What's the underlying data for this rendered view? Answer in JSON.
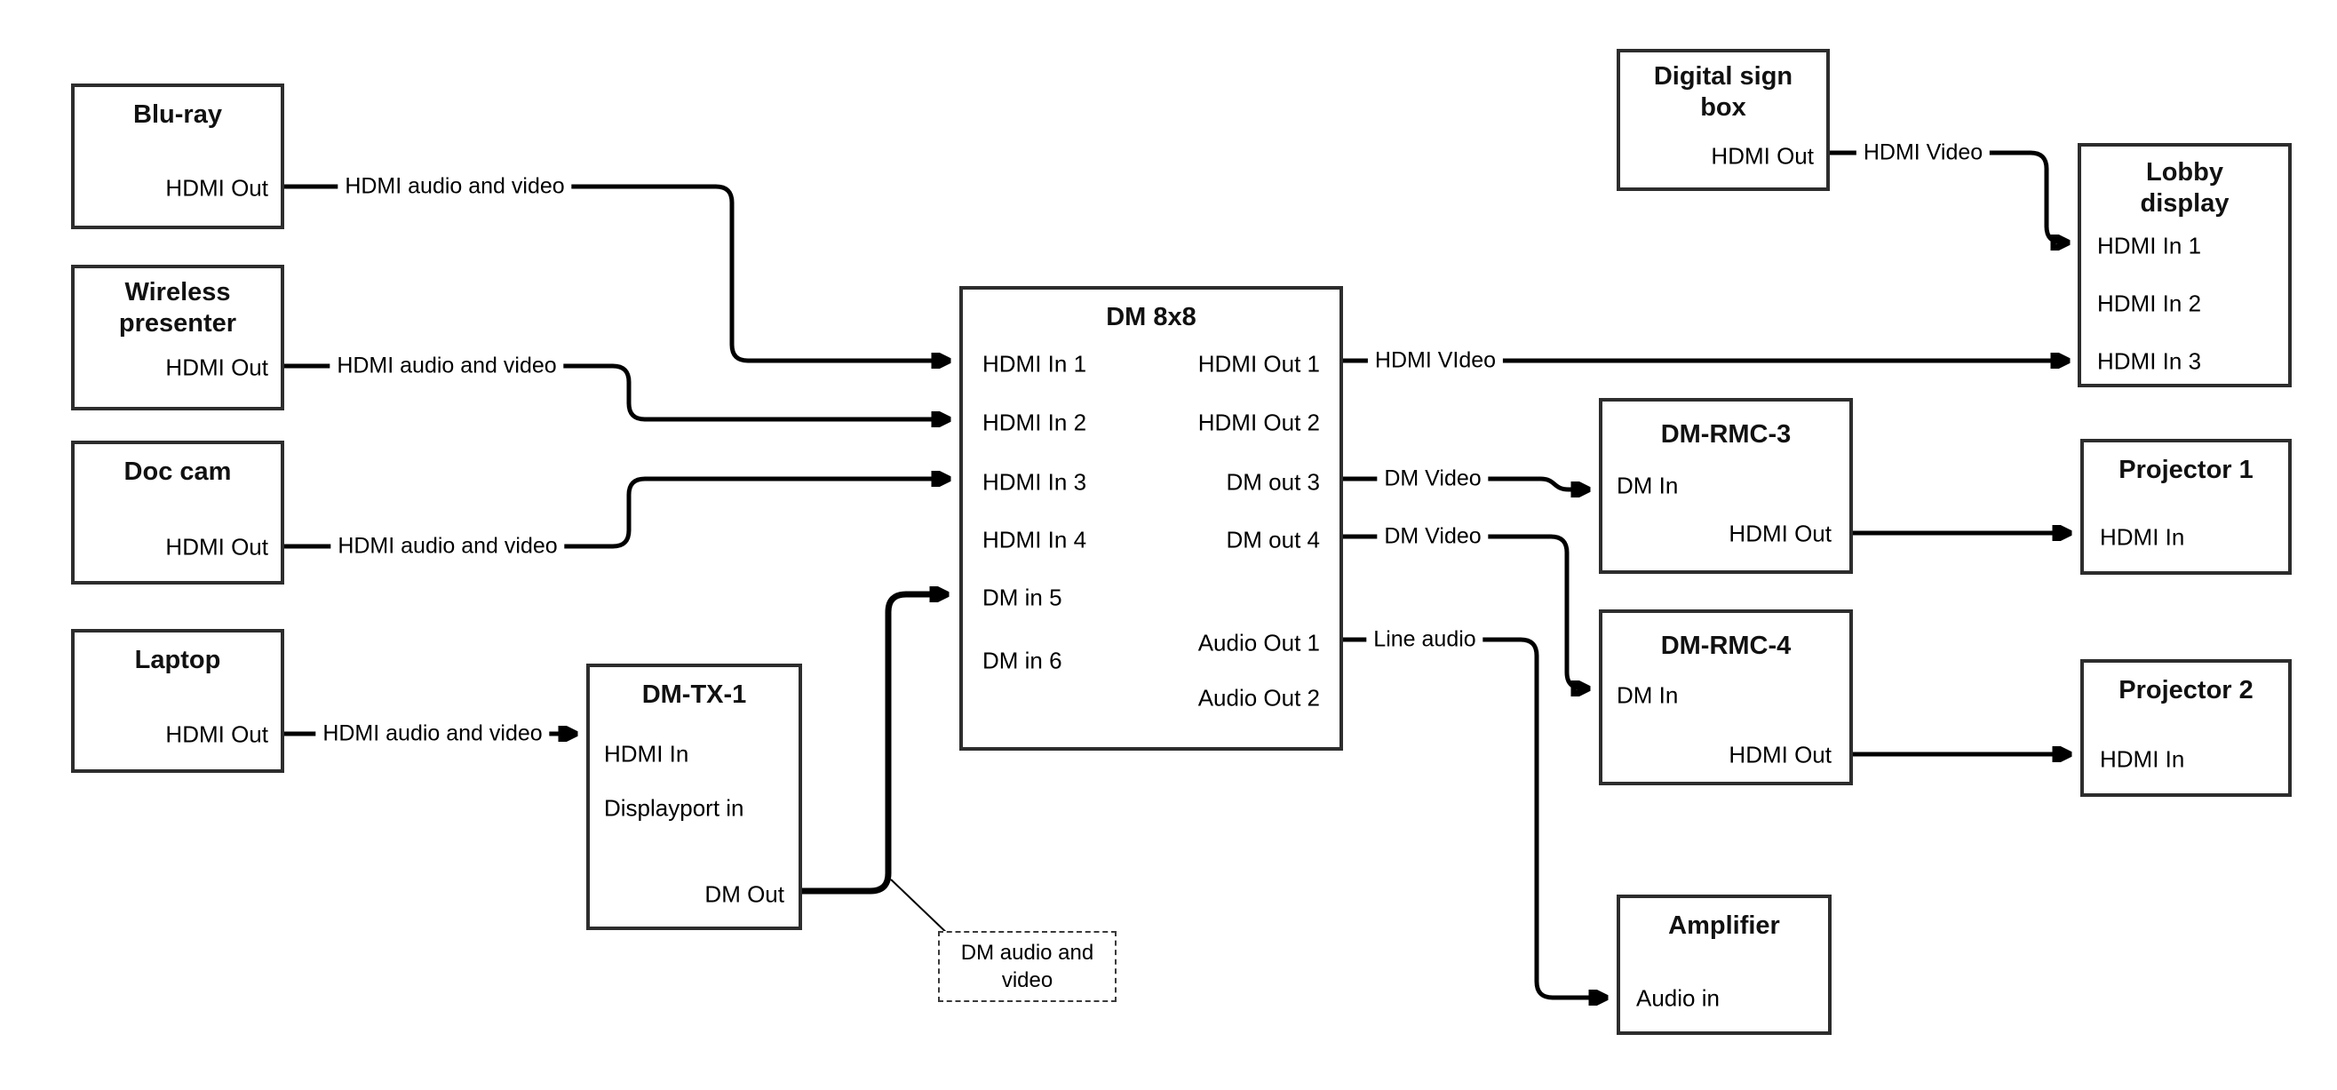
{
  "canvas": {
    "background_color": "#ffffff",
    "line_color": "#000000",
    "box_border_color": "#2d2d2d"
  },
  "nodes": {
    "bluray": {
      "title": "Blu-ray",
      "ports": {
        "out": "HDMI Out"
      }
    },
    "wireless_presenter": {
      "title": "Wireless presenter",
      "ports": {
        "out": "HDMI Out"
      }
    },
    "doc_cam": {
      "title": "Doc cam",
      "ports": {
        "out": "HDMI Out"
      }
    },
    "laptop": {
      "title": "Laptop",
      "ports": {
        "out": "HDMI Out"
      }
    },
    "dm_tx_1": {
      "title": "DM-TX-1",
      "ports": {
        "hdmi_in": "HDMI In",
        "dp_in": "Displayport in",
        "dm_out": "DM Out"
      }
    },
    "dm_8x8": {
      "title": "DM 8x8",
      "ports": {
        "in1": "HDMI In 1",
        "in2": "HDMI In 2",
        "in3": "HDMI In 3",
        "in4": "HDMI In 4",
        "in5": "DM in 5",
        "in6": "DM in 6",
        "out1": "HDMI Out 1",
        "out2": "HDMI Out 2",
        "out3": "DM out 3",
        "out4": "DM out 4",
        "audio_out1": "Audio Out 1",
        "audio_out2": "Audio Out 2"
      }
    },
    "digital_sign_box": {
      "title": "Digital sign box",
      "ports": {
        "out": "HDMI Out"
      }
    },
    "lobby_display": {
      "title": "Lobby display",
      "ports": {
        "in1": "HDMI In 1",
        "in2": "HDMI In 2",
        "in3": "HDMI In 3"
      }
    },
    "dm_rmc_3": {
      "title": "DM-RMC-3",
      "ports": {
        "dm_in": "DM In",
        "hdmi_out": "HDMI Out"
      }
    },
    "projector_1": {
      "title": "Projector 1",
      "ports": {
        "hdmi_in": "HDMI In"
      }
    },
    "dm_rmc_4": {
      "title": "DM-RMC-4",
      "ports": {
        "dm_in": "DM In",
        "hdmi_out": "HDMI Out"
      }
    },
    "projector_2": {
      "title": "Projector 2",
      "ports": {
        "hdmi_in": "HDMI In"
      }
    },
    "amplifier": {
      "title": "Amplifier",
      "ports": {
        "audio_in": "Audio in"
      }
    }
  },
  "edges": [
    {
      "from": "bluray.out",
      "to": "dm_8x8.in1",
      "label": "HDMI audio and video"
    },
    {
      "from": "wireless_presenter.out",
      "to": "dm_8x8.in2",
      "label": "HDMI audio and video"
    },
    {
      "from": "doc_cam.out",
      "to": "dm_8x8.in3",
      "label": "HDMI audio and video"
    },
    {
      "from": "laptop.out",
      "to": "dm_tx_1.hdmi_in",
      "label": "HDMI audio and video"
    },
    {
      "from": "dm_tx_1.dm_out",
      "to": "dm_8x8.in5",
      "label": "",
      "note": "DM audio and video"
    },
    {
      "from": "dm_8x8.out1",
      "to": "lobby_display.in3",
      "label": "HDMI VIdeo"
    },
    {
      "from": "dm_8x8.out3",
      "to": "dm_rmc_3.dm_in",
      "label": "DM Video"
    },
    {
      "from": "dm_8x8.out4",
      "to": "dm_rmc_4.dm_in",
      "label": "DM Video"
    },
    {
      "from": "dm_8x8.audio_out1",
      "to": "amplifier.audio_in",
      "label": "Line audio"
    },
    {
      "from": "digital_sign_box.out",
      "to": "lobby_display.in1",
      "label": "HDMI Video"
    },
    {
      "from": "dm_rmc_3.hdmi_out",
      "to": "projector_1.hdmi_in",
      "label": ""
    },
    {
      "from": "dm_rmc_4.hdmi_out",
      "to": "projector_2.hdmi_in",
      "label": ""
    }
  ]
}
